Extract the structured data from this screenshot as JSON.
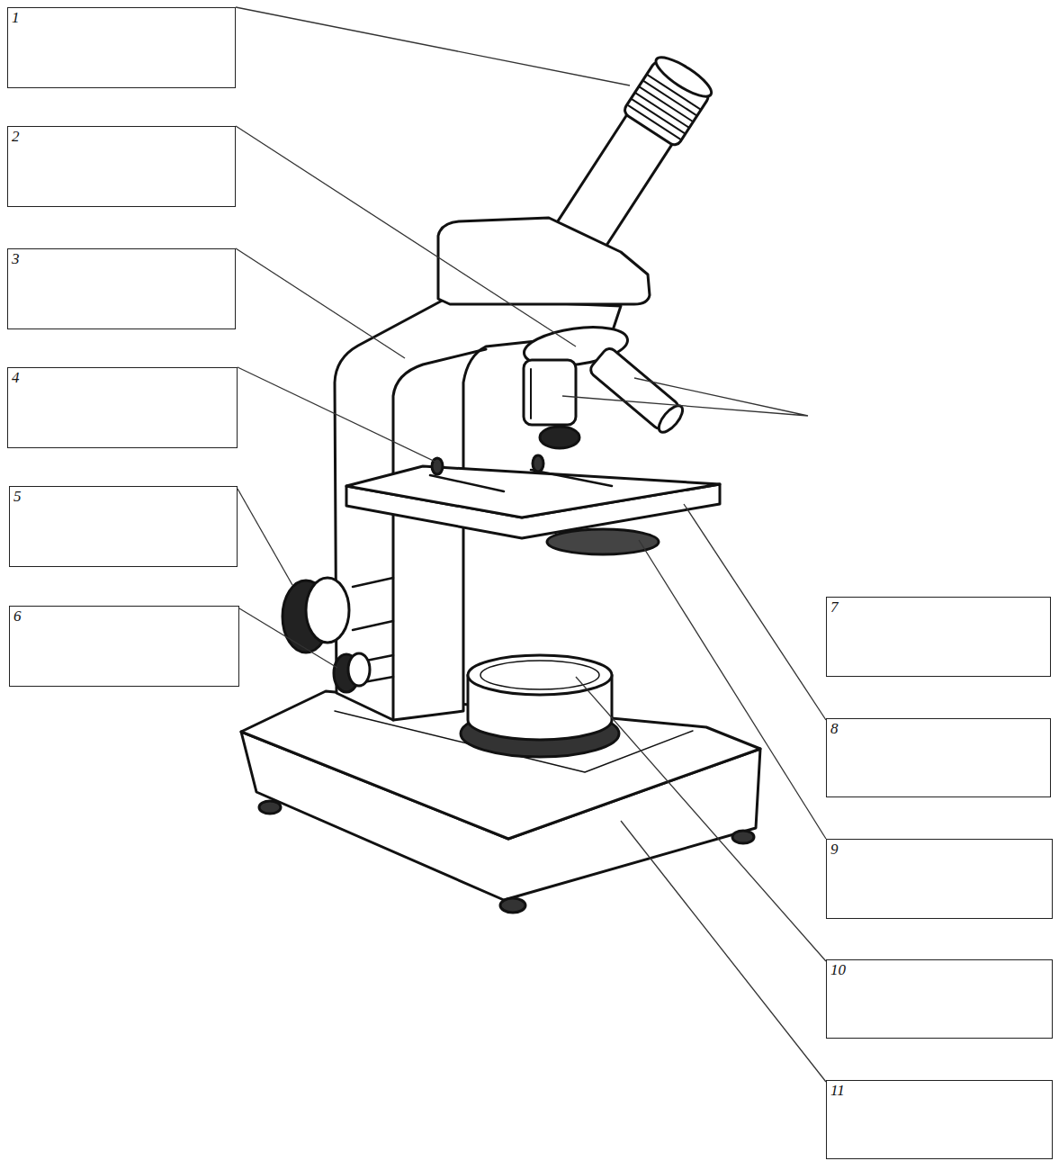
{
  "diagram": {
    "nodes": [
      {
        "text": [
          "1"
        ]
      },
      {
        "text": [
          "2"
        ]
      },
      {
        "text": [
          "3"
        ]
      },
      {
        "text": [
          "4"
        ]
      },
      {
        "text": [
          "5"
        ]
      },
      {
        "text": [
          "6"
        ]
      },
      {
        "text": [
          "7"
        ]
      },
      {
        "text": [
          "8"
        ]
      },
      {
        "text": [
          "9"
        ]
      },
      {
        "text": [
          "10"
        ]
      },
      {
        "text": [
          "11"
        ]
      }
    ]
  }
}
